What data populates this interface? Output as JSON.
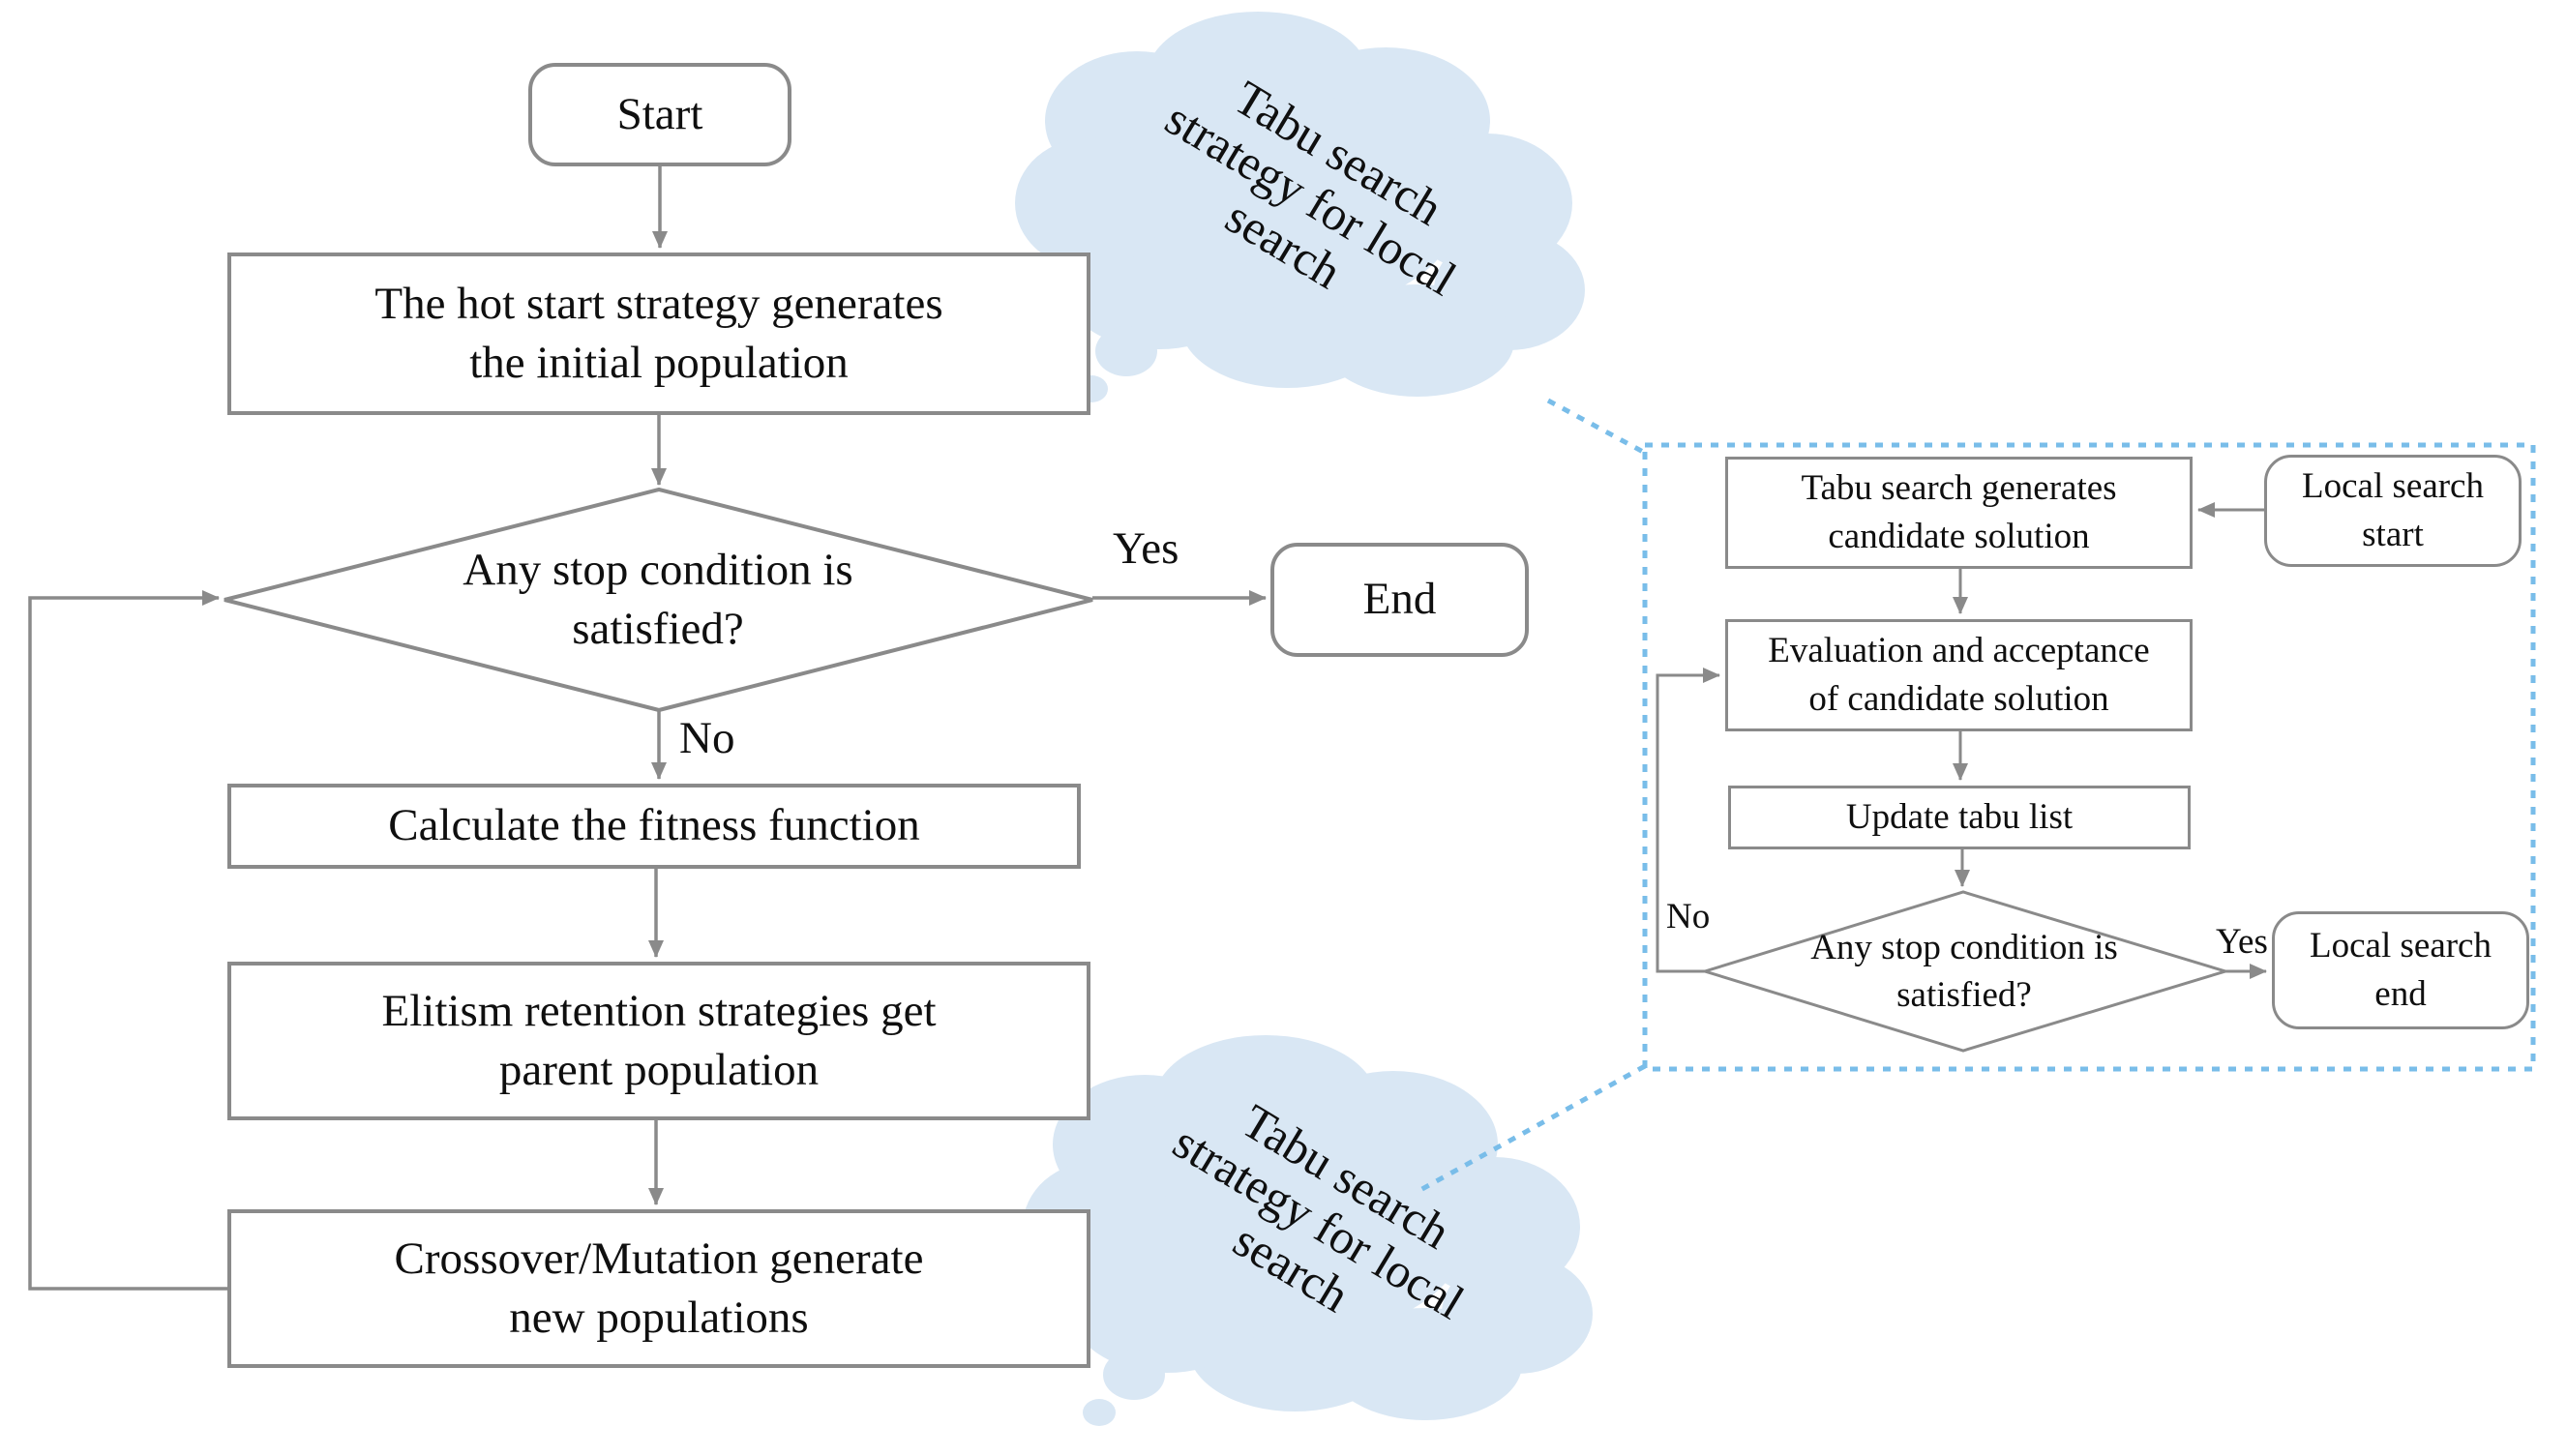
{
  "colors": {
    "node_border": "#8a8a8a",
    "connector": "#8a8a8a",
    "cloud_fill": "#d9e7f4",
    "callout_dotted": "#79bde9",
    "text": "#0f0f0f",
    "background": "#ffffff"
  },
  "main_flow": {
    "start_label": "Start",
    "hot_start_label": "The hot start strategy generates\nthe initial population",
    "decision_label": "Any stop condition is\nsatisfied?",
    "yes_label": "Yes",
    "no_label": "No",
    "end_label": "End",
    "fitness_label": "Calculate the fitness function",
    "elitism_label": "Elitism retention strategies get\nparent population",
    "crossover_label": "Crossover/Mutation generate\nnew populations"
  },
  "callouts": {
    "top_cloud_label": "Tabu search\nstrategy for local\nsearch",
    "bottom_cloud_label": "Tabu search\nstrategy for local\nsearch"
  },
  "local_search_flow": {
    "generate_label": "Tabu search generates\ncandidate solution",
    "start_label": "Local search\nstart",
    "evaluation_label": "Evaluation and acceptance\nof candidate solution",
    "update_label": "Update tabu list",
    "decision_label": "Any stop condition is\nsatisfied?",
    "yes_label": "Yes",
    "no_label": "No",
    "end_label": "Local search\nend"
  }
}
